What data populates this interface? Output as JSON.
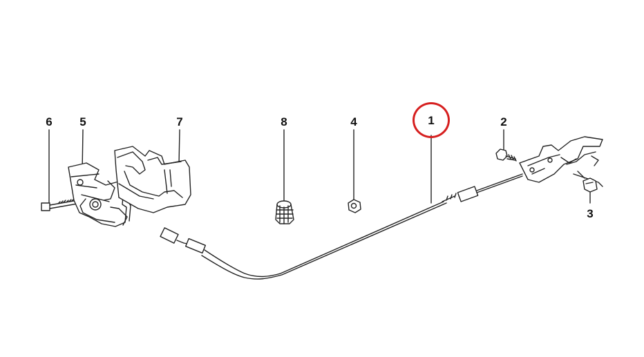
{
  "callouts": {
    "part1": "1",
    "part2": "2",
    "part3": "3",
    "part4": "4",
    "part5": "5",
    "part6": "6",
    "part7": "7",
    "part8": "8"
  },
  "highlight_color": "#d61f1f",
  "highlighted_part": "1"
}
